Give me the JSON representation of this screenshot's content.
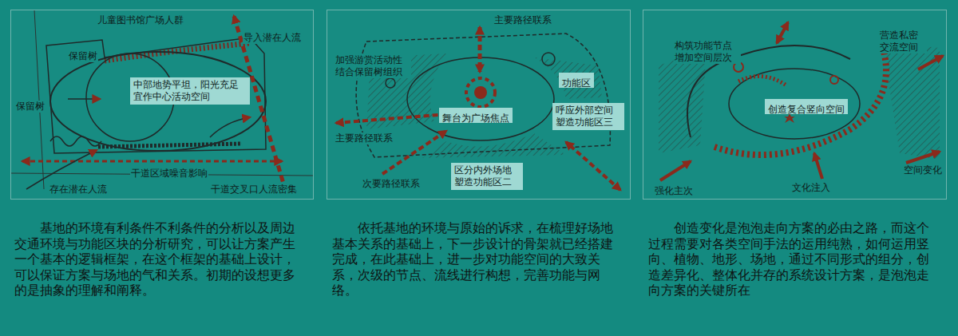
{
  "diagram": {
    "nodes": [
      {
        "text": [
          "儿童图书馆广场人群",
          "导入潜在人流",
          "保留树",
          "保留树",
          "干道区域噪音影响",
          "存在潜在人流",
          "干道交叉口人流密集"
        ]
      },
      {
        "text": [
          "中部地势平坦，阳光充足 宜作中心活动空间"
        ],
        "in": 0
      },
      {
        "text": [
          "主要路径联系",
          "加强游赏活动性 结合保留树组织",
          "主要路径联系",
          "次要路径联系"
        ]
      },
      {
        "text": [
          "功能区"
        ],
        "in": 2
      },
      {
        "text": [
          "舞台为广场焦点"
        ],
        "in": 2
      },
      {
        "text": [
          "呼应外部空间 塑造功能区三"
        ],
        "in": 2
      },
      {
        "text": [
          "区分内外场地 塑造功能区二"
        ],
        "in": 2
      },
      {
        "text": [
          "构筑功能节点 增加空间层次",
          "营造私密 交流空间",
          "空间变化",
          "强化主次",
          "文化注入"
        ]
      },
      {
        "text": [
          "创造复合竖向空间"
        ],
        "in": 7
      }
    ],
    "labels": [
      "基地的环境有利条件不利条件的分析以及周边交通环境与功能区块的分析研究，可以让方案产生一个基本的逻辑框架，在这个框架的基础上设计，可以保证方案与场地的气和关系。初期的设想更多的是抽象的理解和阐释。",
      "依托基地的环境与原始的诉求，在梳理好场地基本关系的基础上，下一步设计的骨架就已经搭建完成，在此基础上，进一步对功能空间的大致关系，次级的节点、流线进行构想，完善功能与网络。",
      "创造变化是泡泡走向方案的必由之路，而这个过程需要对各类空间手法的运用纯熟，如何运用竖向、植物、地形、场地，通过不同形式的组分，创造差异化、整体化并存的系统设计方案，是泡泡走向方案的关键所在"
    ]
  }
}
